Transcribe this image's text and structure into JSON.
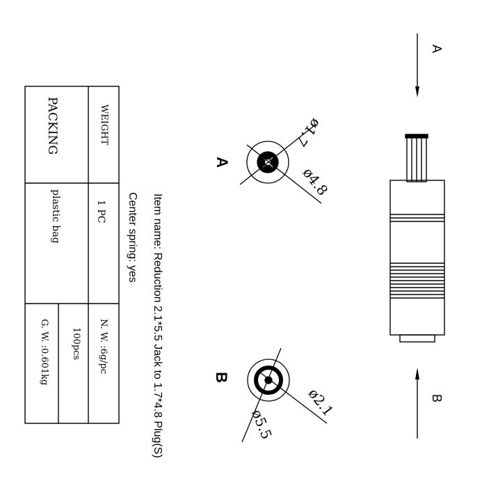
{
  "view_labels": {
    "a_arrow": "A",
    "b_arrow": "B",
    "a_section": "A",
    "b_section": "B"
  },
  "dimensions": {
    "a_inner": "ø1.7",
    "a_outer": "ø4.8",
    "b_inner": "ø2.1",
    "b_outer": "ø5.5"
  },
  "notes": {
    "item_name": "Item name: Reduction 2.1*5.5 Jack to 1.7*4.8 Plug(S)",
    "center_spring": "Center spring: yes"
  },
  "table": {
    "weight_label": "WEIGHT",
    "packing_label": "PACKING",
    "qty": "1 PC",
    "bag": "plastic bag",
    "nw": "N. W. :6g/pc",
    "pcs": "100pcs",
    "gw": "G. W. :0.601kg"
  },
  "colors": {
    "ink": "#000000",
    "paper": "#ffffff"
  }
}
